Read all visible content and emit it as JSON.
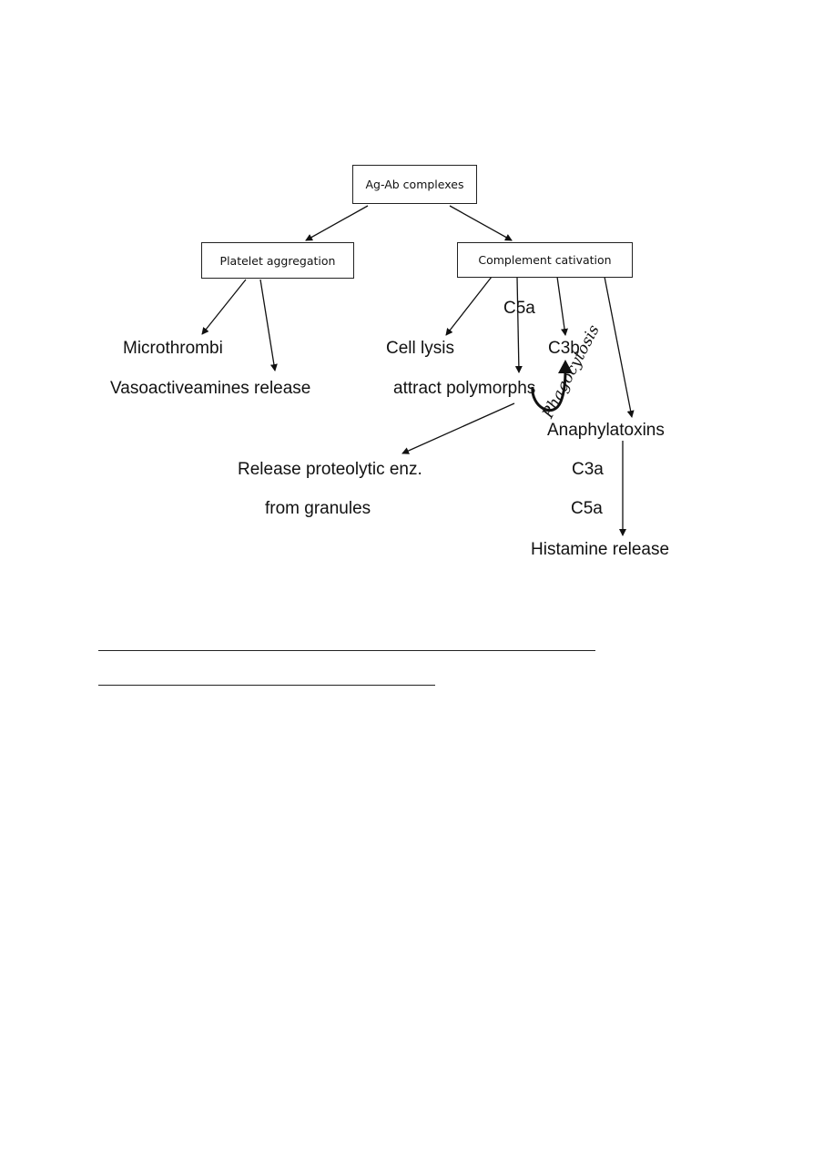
{
  "nodes": {
    "root": "Ag-Ab complexes",
    "platelet": "Platelet aggregation",
    "complement": "Complement cativation",
    "microthrombi": "Microthrombi",
    "vasoactive": "Vasoactiveamines release",
    "cell_lysis": "Cell lysis",
    "c5a_top": "C5a",
    "c3b": "C3b",
    "attract": "attract polymorphs",
    "anaphylatoxins": "Anaphylatoxins",
    "release_enz": "Release proteolytic enz.",
    "from_granules": "from granules",
    "c3a": "C3a",
    "c5a_bottom": "C5a",
    "histamine": "Histamine release"
  },
  "annotation": {
    "handwritten": "Phagocytosis"
  }
}
